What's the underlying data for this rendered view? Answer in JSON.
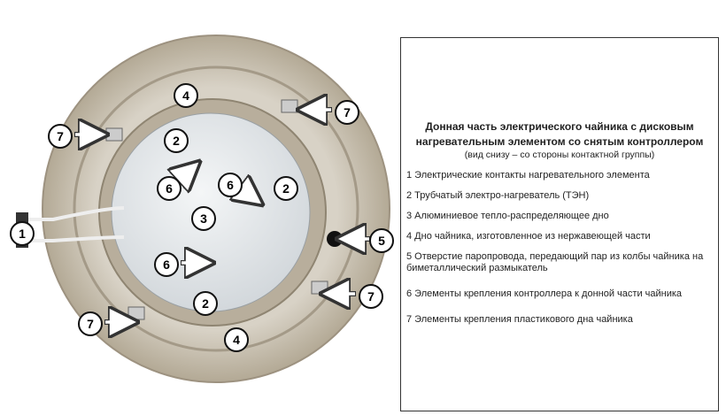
{
  "panel": {
    "title_line1": "Донная часть электрического чайника с дисковым",
    "title_line2": "нагревательным элементом со снятым контроллером",
    "subtitle": "(вид снизу – со стороны контактной группы)",
    "items": [
      "1 Электрические контакты нагревательного элемента",
      "2 Трубчатый электро-нагреватель (ТЭН)",
      "3 Алюминиевое тепло-распределяющее дно",
      "4 Дно чайника, изготовленное из нержавеющей части",
      "5 Отверстие паропровода, передающий пар из колбы чайника на биметаллический размыкатель",
      "6 Элементы крепления контроллера к донной части чайника",
      "7 Элементы крепления пластикового дна чайника"
    ]
  },
  "callouts": [
    "4",
    "7",
    "7",
    "2",
    "6",
    "6",
    "2",
    "3",
    "1",
    "5",
    "6",
    "7",
    "2",
    "7",
    "4"
  ],
  "colors": {
    "ring": "#c9c0b0",
    "plate": "#e9ecee",
    "rim": "#a89c8a"
  }
}
